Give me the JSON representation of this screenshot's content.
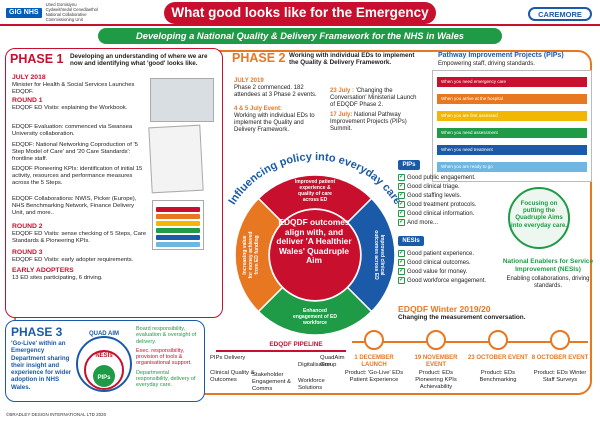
{
  "header": {
    "nhs_logo_text": "GIG NHS",
    "nhs_org_lines": [
      "Uned Gomisiynu",
      "Cydweithredol Cenedlaethol",
      "National Collaborative",
      "Commissioning Unit"
    ],
    "title": "What good looks like for the Emergency Department",
    "subtitle": "Developing a National Quality & Delivery  Framework  for the NHS in Wales",
    "caremore_logo": "CAREMORE"
  },
  "phase1": {
    "title": "PHASE 1",
    "desc": "Developing an understanding of where we are now and identifying what 'good' looks like.",
    "items": [
      {
        "head": "JULY 2018",
        "text": "Minister for Health & Social Services Launches EDQDF."
      },
      {
        "head": "ROUND 1",
        "text": "EDQDF ED Visits: explaining the Workbook."
      },
      {
        "head": "",
        "text": "EDQDF Evaluation: commenced via Swansea University collaboration."
      },
      {
        "head": "",
        "text": "EDQDF: National Networking Coproduction of '5 Step Model of Care' and '20 Care Standards': frontline staff."
      },
      {
        "head": "",
        "text": "EDQDF Pioneering KPIs: identification of initial 15 activity, resources and performance measures across the 5 Steps."
      },
      {
        "head": "",
        "text": "EDQDF Collaborations: NWIS, Picker (Europe), NHS Benchmarking Network, Finance Delivery Unit, and more.."
      },
      {
        "head": "ROUND 2",
        "text": "EDQDF ED Visits: sense checking of 5 Steps, Care Standards & Pioneering KPIs."
      },
      {
        "head": "ROUND 3",
        "text": "EDQDF ED Visits: early adopter requirements."
      },
      {
        "head": "EARLY ADOPTERS",
        "text": "13 ED sites participating, 6 driving."
      }
    ]
  },
  "phase2": {
    "title": "PHASE 2",
    "desc": "Working with individual EDs to implement the Quality & Delivery Framework.",
    "left_items": [
      {
        "head": "JULY 2019",
        "text": "Phase 2 commenced. 182 attendees at 3 Phase 2 events."
      },
      {
        "head": "4 & 5 July Event:",
        "text": "Working with individual EDs to implement the Quality and Delivery Framework."
      }
    ],
    "right_items": [
      {
        "head": "23 July :",
        "text": "'Changing the Conversation' Ministerial Launch of EDQDF Phase 2."
      },
      {
        "head": "17 July:",
        "text": "National Pathway Improvement Projects (PIPs) Summit."
      }
    ]
  },
  "pips_panel": {
    "title": "Pathway Improvement Projects (PIPs)",
    "desc": "Empowering staff, driving standards.",
    "rows": [
      {
        "label": "When you need emergency care",
        "color": "#c8102e"
      },
      {
        "label": "When you arrive at the hospital",
        "color": "#e87722"
      },
      {
        "label": "When you are first assessed",
        "color": "#f2b705"
      },
      {
        "label": "When you need assessment",
        "color": "#1f9a46"
      },
      {
        "label": "When you need treatment",
        "color": "#1b5aa8"
      },
      {
        "label": "When you are ready to go",
        "color": "#6fb7e0"
      }
    ]
  },
  "wheel": {
    "arc_title": "Influencing policy into everyday care",
    "center": "EDQDF outcomes align with, and deliver 'A Healthier Wales' Quadruple Aim",
    "segments": [
      {
        "label": "Improved patient experience & quality of care across ED",
        "color": "#c8102e"
      },
      {
        "label": "Improved clinical outcomes across ED",
        "color": "#1b5aa8"
      },
      {
        "label": "Enhanced engagement of ED workforce",
        "color": "#1f9a46"
      },
      {
        "label": "Increasing value for money achieved from ED funding",
        "color": "#e87722"
      }
    ]
  },
  "pips_list": {
    "tag": "PIPs",
    "items": [
      "Good public engagement.",
      "Good clinical triage.",
      "Good staffing levels.",
      "Good treatment protocols.",
      "Good clinical information.",
      "And more..."
    ]
  },
  "nesis_list": {
    "tag": "NESIs",
    "items": [
      "Good patient experience.",
      "Good clinical outcomes.",
      "Good value for money.",
      "Good workforce engagement."
    ]
  },
  "focus": "Focusing on putting the Quadruple Aims into everyday care.",
  "nesi_box": {
    "title": "National Enablers for Service Improvement (NESIs)",
    "desc": "Enabling collaborations, driving standards."
  },
  "winter": {
    "title": "EDQDF Winter 2019/20",
    "desc": "Changing the measurement conversation."
  },
  "timeline": [
    {
      "title": "1 DECEMBER LAUNCH",
      "desc": "Product: 'Go-Live' EDs Patient Experience"
    },
    {
      "title": "19 NOVEMBER EVENT",
      "desc": "Product: EDs Pioneering KPIs Achievability"
    },
    {
      "title": "23 OCTOBER EVENT",
      "desc": "Product: EDs Benchmarking"
    },
    {
      "title": "8 OCTOBER EVENT",
      "desc": "Product: EDs Winter Staff Surveys"
    }
  ],
  "phase3": {
    "title": "PHASE 3",
    "desc": "'Go-Live' within an Emergency Department sharing their insight and experience for wider adoption in NHS Wales.",
    "quad_label": "QUAD AIM",
    "nesis_label": "NESIs",
    "pips_label": "PIPs",
    "responsibilities": [
      {
        "text": "Board responsibility, evaluation & oversight of delivery.",
        "color": "#1f9a46"
      },
      {
        "text": "Exec. responsibility, provision of tools & organisational support.",
        "color": "#c8102e"
      },
      {
        "text": "Departmental responsibility, delivery of everyday care.",
        "color": "#1f9a46"
      }
    ]
  },
  "pipeline": {
    "title": "EDQDF PIPELINE",
    "labels": [
      "PIPs Delivery",
      "Clinical Quality & Outcomes",
      "Stakeholder Engagement & Comms",
      "Workforce Solutions",
      "Digitalisation",
      "QuadAim Group"
    ]
  },
  "copyright": "©BRADLEY DESIGN INTERNATIONAL LTD 2020"
}
